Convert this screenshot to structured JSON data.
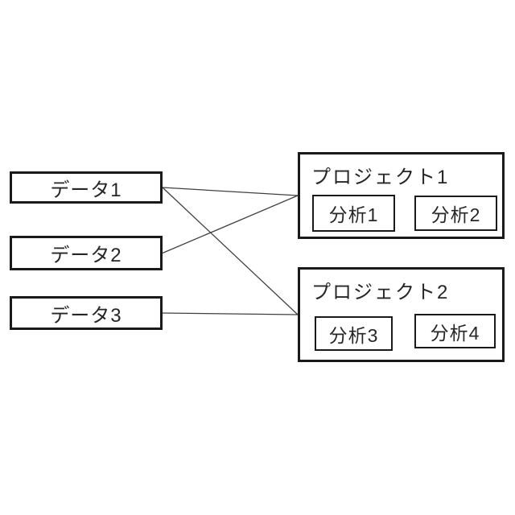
{
  "diagram": {
    "background_color": "#ffffff",
    "border_color": "#1a1a1a",
    "line_color": "#404040",
    "text_color": "#262626",
    "data_nodes": [
      {
        "id": "data1",
        "label": "データ1"
      },
      {
        "id": "data2",
        "label": "データ2"
      },
      {
        "id": "data3",
        "label": "データ3"
      }
    ],
    "projects": [
      {
        "id": "project1",
        "label": "プロジェクト1",
        "analyses": [
          {
            "id": "analysis1",
            "label": "分析1"
          },
          {
            "id": "analysis2",
            "label": "分析2"
          }
        ]
      },
      {
        "id": "project2",
        "label": "プロジェクト2",
        "analyses": [
          {
            "id": "analysis3",
            "label": "分析3"
          },
          {
            "id": "analysis4",
            "label": "分析4"
          }
        ]
      }
    ],
    "edges": [
      {
        "from": "data1",
        "to": "project1"
      },
      {
        "from": "data2",
        "to": "project1"
      },
      {
        "from": "data1",
        "to": "project2"
      },
      {
        "from": "data3",
        "to": "project2"
      }
    ]
  }
}
